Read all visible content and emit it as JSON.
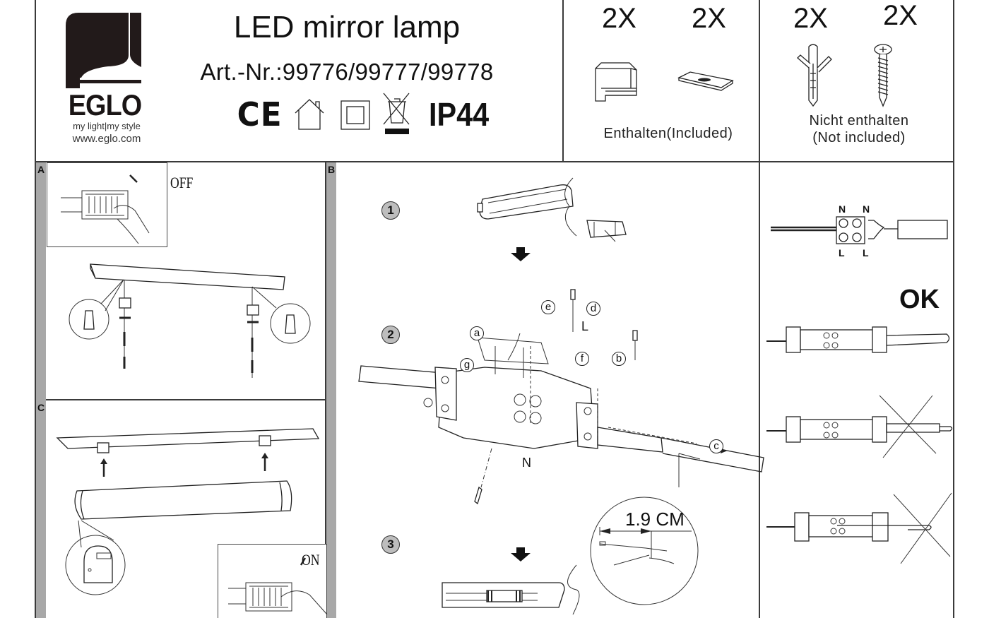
{
  "header": {
    "brand": {
      "name": "EGLO",
      "slogan": "my light|my style",
      "url": "www.eglo.com"
    },
    "title": "LED mirror lamp",
    "article_number": "Art.-Nr.:99776/99777/99778",
    "certifications": {
      "ce": "CE",
      "ip_rating": "IP44",
      "icons": [
        "ce-mark",
        "indoor-house-icon",
        "protection-class-2-icon",
        "weee-crossed-bin-icon"
      ]
    },
    "included_parts": {
      "items": [
        {
          "quantity": "2X",
          "name": "mounting-bracket"
        },
        {
          "quantity": "2X",
          "name": "mounting-plate"
        }
      ],
      "caption": "Enthalten(Included)"
    },
    "not_included_parts": {
      "items": [
        {
          "quantity": "2X",
          "name": "wall-plug"
        },
        {
          "quantity": "2X",
          "name": "screw"
        }
      ],
      "caption_line1": "Nicht enthalten",
      "caption_line2": "(Not included)"
    }
  },
  "sections": {
    "a": {
      "label": "A",
      "switch_label": "OFF"
    },
    "b": {
      "label": "B",
      "steps": [
        "1",
        "2",
        "3"
      ],
      "callouts": [
        "a",
        "b",
        "c",
        "d",
        "e",
        "f",
        "g"
      ],
      "terminal_labels": {
        "live": "L",
        "neutral": "N"
      },
      "strip_length": "1.9 CM"
    },
    "c": {
      "label": "C",
      "switch_label": "ON"
    }
  },
  "wiring_panel": {
    "terminal_top": [
      "N",
      "N"
    ],
    "terminal_bottom": [
      "L",
      "L"
    ],
    "ok_label": "OK",
    "examples": [
      {
        "status": "correct"
      },
      {
        "status": "wrong"
      },
      {
        "status": "wrong"
      }
    ]
  },
  "colors": {
    "line": "#222222",
    "border": "#3a3a3a",
    "strip": "#a8a8a8",
    "badge": "#bdbdbd",
    "background": "#ffffff"
  }
}
